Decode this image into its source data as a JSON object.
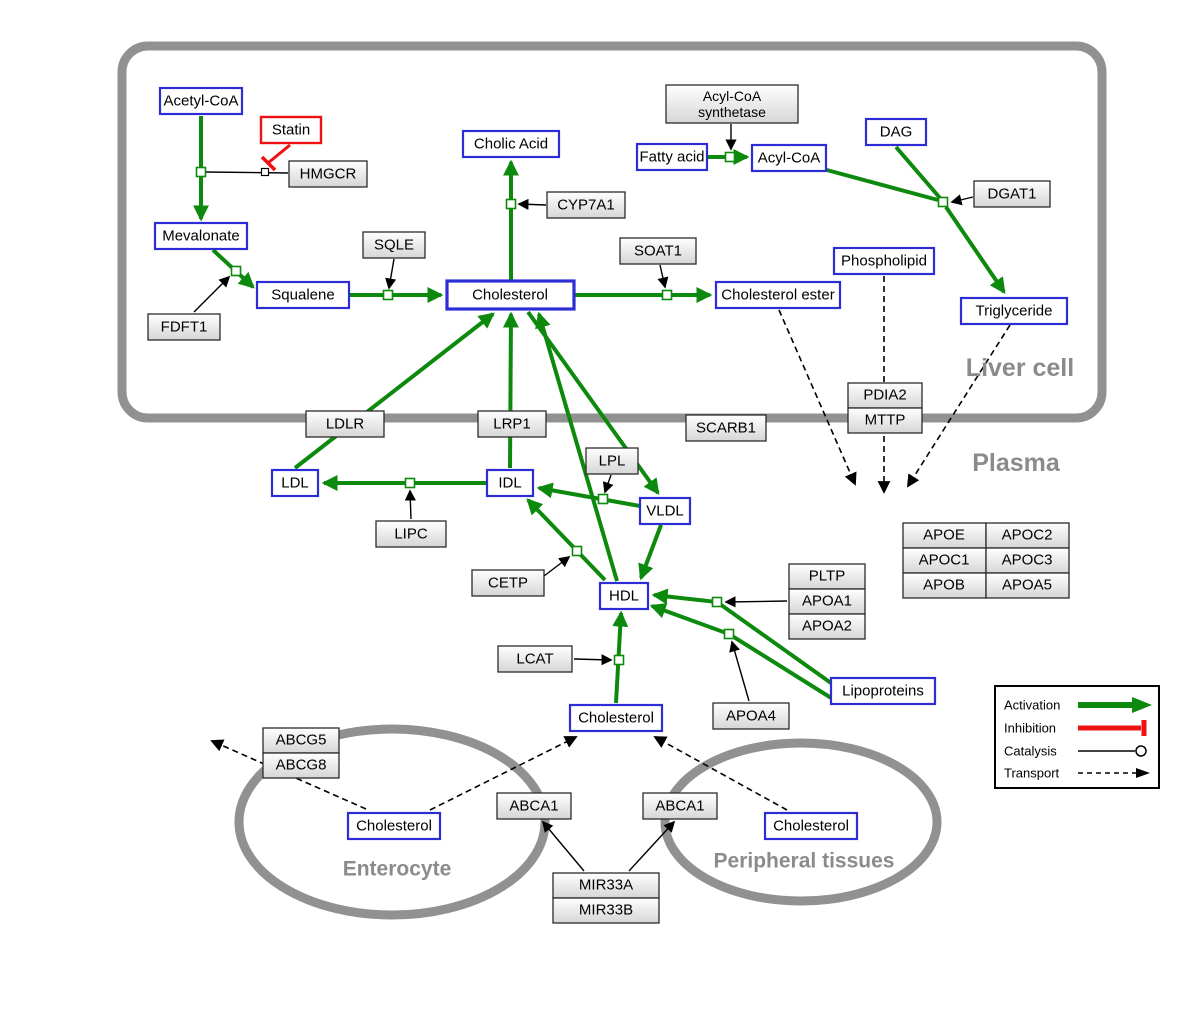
{
  "compartments": {
    "liver": "Liver cell",
    "plasma": "Plasma",
    "enterocyte": "Enterocyte",
    "peripheral": "Peripheral tissues"
  },
  "metabolites": {
    "acetyl_coa": "Acetyl-CoA",
    "mevalonate": "Mevalonate",
    "squalene": "Squalene",
    "cholic_acid": "Cholic Acid",
    "cholesterol_liver": "Cholesterol",
    "cholesterol_ester": "Cholesterol ester",
    "fatty_acid": "Fatty acid",
    "acyl_coa": "Acyl-CoA",
    "dag": "DAG",
    "phospholipid": "Phospholipid",
    "triglyceride": "Triglyceride",
    "ldl": "LDL",
    "idl": "IDL",
    "vldl": "VLDL",
    "hdl": "HDL",
    "lipoproteins": "Lipoproteins",
    "cholesterol_plasma": "Cholesterol",
    "cholesterol_enterocyte": "Cholesterol",
    "cholesterol_peripheral": "Cholesterol"
  },
  "proteins": {
    "statin": "Statin",
    "hmgcr": "HMGCR",
    "fdft1": "FDFT1",
    "sqle": "SQLE",
    "cyp7a1": "CYP7A1",
    "soat1": "SOAT1",
    "acyl_coa_synthetase": {
      "line1": "Acyl-CoA",
      "line2": "synthetase"
    },
    "dgat1": "DGAT1",
    "pdia2": "PDIA2",
    "mttp": "MTTP",
    "ldlr": "LDLR",
    "lrp1": "LRP1",
    "scarb1": "SCARB1",
    "lpl": "LPL",
    "lipc": "LIPC",
    "cetp": "CETP",
    "lcat": "LCAT",
    "pltp": "PLTP",
    "apoa1": "APOA1",
    "apoa2": "APOA2",
    "apoa4": "APOA4",
    "abcg5": "ABCG5",
    "abcg8": "ABCG8",
    "abca1_left": "ABCA1",
    "abca1_right": "ABCA1",
    "mir33a": "MIR33A",
    "mir33b": "MIR33B"
  },
  "apo_table": [
    [
      "APOE",
      "APOC2"
    ],
    [
      "APOC1",
      "APOC3"
    ],
    [
      "APOB",
      "APOA5"
    ]
  ],
  "legend": {
    "activation": "Activation",
    "inhibition": "Inhibition",
    "catalysis": "Catalysis",
    "transport": "Transport"
  },
  "colors": {
    "activation_green": "#0d8a0d",
    "inhibition_red": "#ee1111",
    "metabolite_border_blue": "#2d2dd6",
    "compartment_gray": "#919191"
  }
}
